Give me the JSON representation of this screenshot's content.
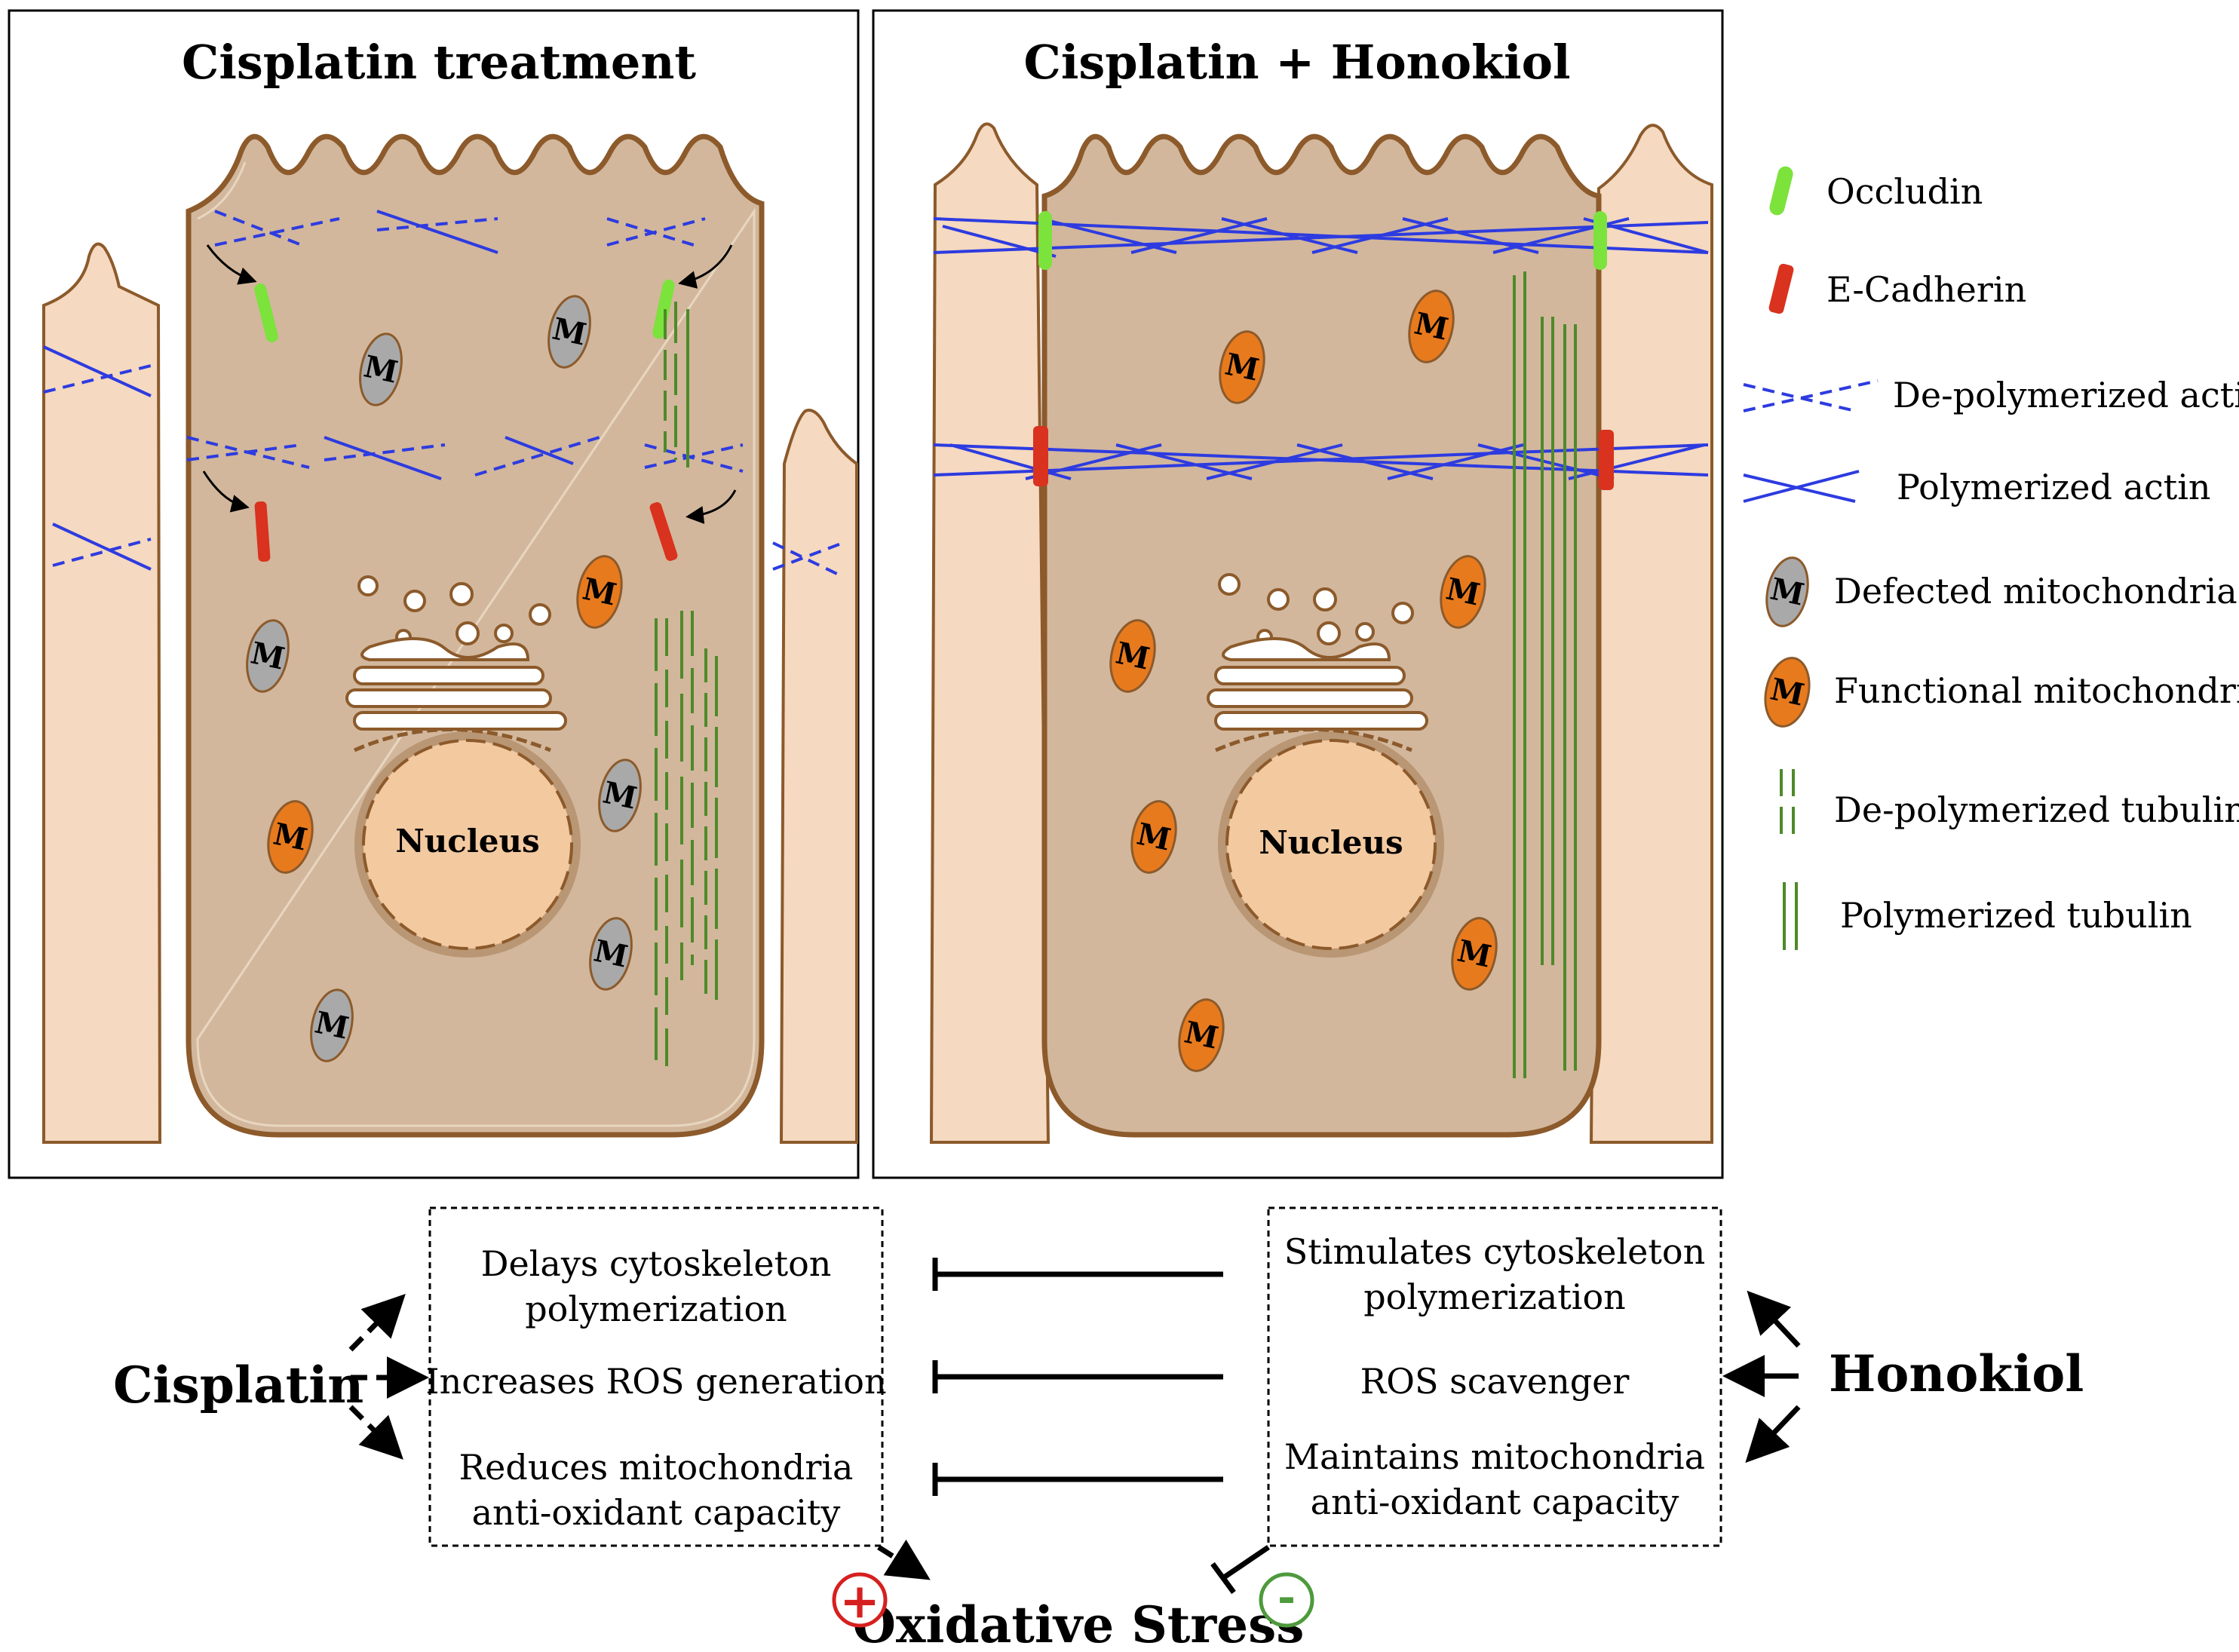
{
  "panels": {
    "left_title": "Cisplatin treatment",
    "right_title": "Cisplatin + Honokiol",
    "nucleus_label": "Nucleus",
    "mito_label": "M"
  },
  "legend": {
    "occludin": "Occludin",
    "ecadherin": "E-Cadherin",
    "depoly_actin": "De-polymerized actin",
    "poly_actin": "Polymerized actin",
    "defected_mito": "Defected mitochondria",
    "functional_mito": "Functional mitochondria",
    "depoly_tubulin": "De-polymerized tubulin",
    "poly_tubulin": "Polymerized tubulin"
  },
  "pathway": {
    "cisplatin": "Cisplatin",
    "honokiol": "Honokiol",
    "oxidative_stress": "Oxidative Stress",
    "plus": "+",
    "minus": "-",
    "cisplatin_effects": [
      "Delays cytoskeleton",
      "polymerization",
      "Increases ROS generation",
      "Reduces mitochondria",
      "anti-oxidant capacity"
    ],
    "honokiol_effects": [
      "Stimulates cytoskeleton",
      "polymerization",
      "ROS scavenger",
      "Maintains mitochondria",
      "anti-oxidant capacity"
    ]
  },
  "colors": {
    "cell_fill": "#D2B79C",
    "cell_stroke": "#8C5A2B",
    "neighbor_fill": "#F5D9C0",
    "nucleus_fill": "#F3C9A0",
    "actin": "#2D3BE0",
    "tubulin": "#4E8A2A",
    "occludin": "#7CE23C",
    "ecadherin": "#D9321E",
    "mito_defected": "#A9A9A9",
    "mito_functional": "#E87A1E",
    "plus_red": "#D62020",
    "minus_green": "#4E9A3C"
  }
}
